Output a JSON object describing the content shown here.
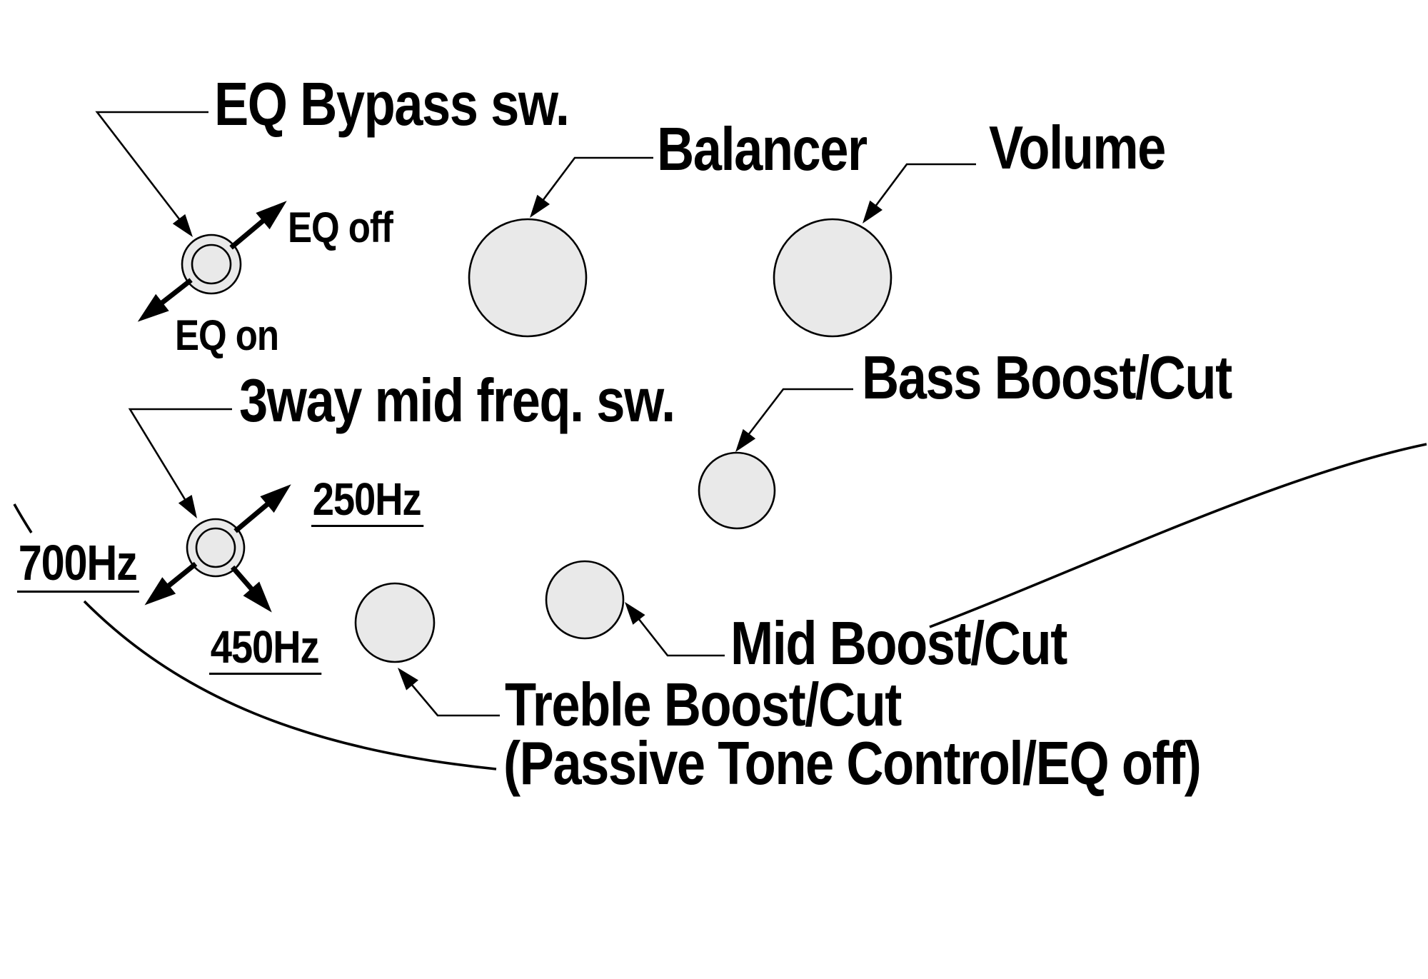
{
  "colors": {
    "background": "#ffffff",
    "line": "#000000",
    "knob_fill": "#e9e9e9",
    "text": "#000000"
  },
  "controls": {
    "eq_bypass_switch": {
      "label": "EQ Bypass sw.",
      "off_label": "EQ off",
      "on_label": "EQ on"
    },
    "balancer_knob": {
      "label": "Balancer"
    },
    "volume_knob": {
      "label": "Volume"
    },
    "bass_knob": {
      "label": "Bass Boost/Cut"
    },
    "mid_freq_switch": {
      "label": "3way mid freq. sw.",
      "options": [
        "250Hz",
        "700Hz",
        "450Hz"
      ]
    },
    "mid_knob": {
      "label": "Mid Boost/Cut"
    },
    "treble_knob": {
      "label": "Treble Boost/Cut",
      "sublabel": "(Passive Tone Control/EQ off)"
    }
  }
}
